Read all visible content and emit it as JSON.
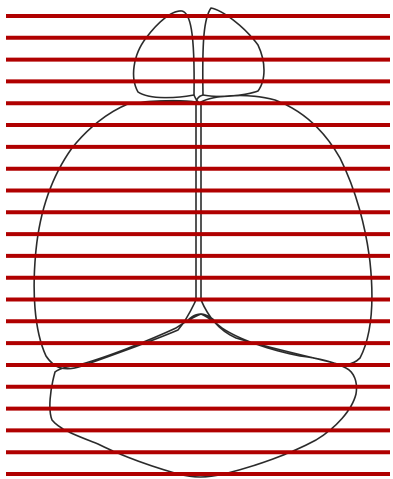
{
  "diagram": {
    "structures": [
      "left-olfactory-bulb",
      "right-olfactory-bulb",
      "left-cerebral-hemisphere",
      "right-cerebral-hemisphere",
      "midline",
      "cerebellum"
    ],
    "section_line_count": 22,
    "colors": {
      "background": "#ffffff",
      "outline": "#2b2b2b",
      "section_lines": "#b00000"
    }
  }
}
